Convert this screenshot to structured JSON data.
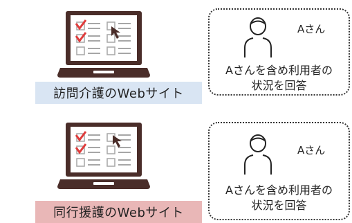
{
  "panels": [
    {
      "site_label": "訪問介護のWebサイト",
      "label_color": "#d9e5f3",
      "user_name": "Aさん",
      "user_desc_line1": "Aさんを含め利用者の",
      "user_desc_line2": "状況を回答"
    },
    {
      "site_label": "同行援護のWebサイト",
      "label_color": "#e9b7b7",
      "user_name": "Aさん",
      "user_desc_line1": "Aさんを含め利用者の",
      "user_desc_line2": "状況を回答"
    }
  ],
  "icons": {
    "laptop": "laptop-survey-icon",
    "user": "person-icon",
    "cursor": "mouse-cursor-icon"
  },
  "colors": {
    "laptop_body": "#4a2d29",
    "check_red": "#e03c3c",
    "line_gray": "#a6a6a6"
  }
}
